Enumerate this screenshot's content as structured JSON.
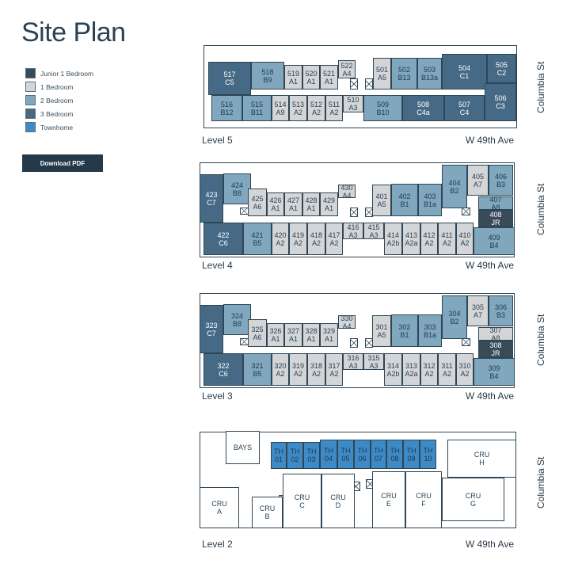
{
  "title": "Site Plan",
  "legend": [
    {
      "label": "Junior 1 Bedroom",
      "color": "#374b59"
    },
    {
      "label": "1 Bedroom",
      "color": "#d4d5d7"
    },
    {
      "label": "2 Bedroom",
      "color": "#80a7bd"
    },
    {
      "label": "3 Bedroom",
      "color": "#466a85"
    },
    {
      "label": "Townhome",
      "color": "#3d8ac6"
    }
  ],
  "download_label": "Download PDF",
  "levels": [
    {
      "label": "Level 5",
      "street": "W 49th Ave",
      "cross_street": "Columbia St",
      "units": [
        {
          "a": "517",
          "b": "C5",
          "c": 3
        },
        {
          "a": "518",
          "b": "B9",
          "c": 2
        },
        {
          "a": "519",
          "b": "A1",
          "c": 1
        },
        {
          "a": "520",
          "b": "A1",
          "c": 1
        },
        {
          "a": "521",
          "b": "A1",
          "c": 1
        },
        {
          "a": "522",
          "b": "A4",
          "c": 1
        },
        {
          "a": "501",
          "b": "A5",
          "c": 1
        },
        {
          "a": "502",
          "b": "B13",
          "c": 2
        },
        {
          "a": "503",
          "b": "B13a",
          "c": 2
        },
        {
          "a": "504",
          "b": "C1",
          "c": 3
        },
        {
          "a": "505",
          "b": "C2",
          "c": 3
        },
        {
          "a": "506",
          "b": "C3",
          "c": 3
        },
        {
          "a": "516",
          "b": "B12",
          "c": 2
        },
        {
          "a": "515",
          "b": "B11",
          "c": 2
        },
        {
          "a": "514",
          "b": "A9",
          "c": 1
        },
        {
          "a": "513",
          "b": "A2",
          "c": 1
        },
        {
          "a": "512",
          "b": "A2",
          "c": 1
        },
        {
          "a": "511",
          "b": "A2",
          "c": 1
        },
        {
          "a": "510",
          "b": "A3",
          "c": 1
        },
        {
          "a": "509",
          "b": "B10",
          "c": 2
        },
        {
          "a": "508",
          "b": "C4a",
          "c": 3
        },
        {
          "a": "507",
          "b": "C4",
          "c": 3
        }
      ]
    },
    {
      "label": "Level 4",
      "street": "W 49th Ave",
      "cross_street": "Columbia St",
      "units": [
        {
          "a": "423",
          "b": "C7",
          "c": 3
        },
        {
          "a": "424",
          "b": "B8",
          "c": 2
        },
        {
          "a": "425",
          "b": "A6",
          "c": 1
        },
        {
          "a": "426",
          "b": "A1",
          "c": 1
        },
        {
          "a": "427",
          "b": "A1",
          "c": 1
        },
        {
          "a": "428",
          "b": "A1",
          "c": 1
        },
        {
          "a": "429",
          "b": "A1",
          "c": 1
        },
        {
          "a": "430",
          "b": "A4",
          "c": 1
        },
        {
          "a": "401",
          "b": "A5",
          "c": 1
        },
        {
          "a": "402",
          "b": "B1",
          "c": 2
        },
        {
          "a": "403",
          "b": "B1a",
          "c": 2
        },
        {
          "a": "404",
          "b": "B2",
          "c": 2
        },
        {
          "a": "405",
          "b": "A7",
          "c": 1
        },
        {
          "a": "406",
          "b": "B3",
          "c": 2
        },
        {
          "a": "407",
          "b": "A8",
          "c": 2
        },
        {
          "a": "408",
          "b": "JR",
          "c": 0
        },
        {
          "a": "409",
          "b": "B4",
          "c": 2
        },
        {
          "a": "422",
          "b": "C6",
          "c": 3
        },
        {
          "a": "421",
          "b": "B5",
          "c": 2
        },
        {
          "a": "420",
          "b": "A2",
          "c": 1
        },
        {
          "a": "419",
          "b": "A2",
          "c": 1
        },
        {
          "a": "418",
          "b": "A2",
          "c": 1
        },
        {
          "a": "417",
          "b": "A2",
          "c": 1
        },
        {
          "a": "416",
          "b": "A3",
          "c": 1
        },
        {
          "a": "415",
          "b": "A3",
          "c": 1
        },
        {
          "a": "414",
          "b": "A2b",
          "c": 1
        },
        {
          "a": "413",
          "b": "A2a",
          "c": 1
        },
        {
          "a": "412",
          "b": "A2",
          "c": 1
        },
        {
          "a": "411",
          "b": "A2",
          "c": 1
        },
        {
          "a": "410",
          "b": "A2",
          "c": 1
        }
      ]
    },
    {
      "label": "Level 3",
      "street": "W 49th Ave",
      "cross_street": "Columbia St",
      "units": [
        {
          "a": "323",
          "b": "C7",
          "c": 3
        },
        {
          "a": "324",
          "b": "B8",
          "c": 2
        },
        {
          "a": "325",
          "b": "A6",
          "c": 1
        },
        {
          "a": "326",
          "b": "A1",
          "c": 1
        },
        {
          "a": "327",
          "b": "A1",
          "c": 1
        },
        {
          "a": "328",
          "b": "A1",
          "c": 1
        },
        {
          "a": "329",
          "b": "A1",
          "c": 1
        },
        {
          "a": "330",
          "b": "A4",
          "c": 1
        },
        {
          "a": "301",
          "b": "A5",
          "c": 1
        },
        {
          "a": "302",
          "b": "B1",
          "c": 2
        },
        {
          "a": "303",
          "b": "B1a",
          "c": 2
        },
        {
          "a": "304",
          "b": "B2",
          "c": 2
        },
        {
          "a": "305",
          "b": "A7",
          "c": 1
        },
        {
          "a": "306",
          "b": "B3",
          "c": 2
        },
        {
          "a": "307",
          "b": "A8",
          "c": 1
        },
        {
          "a": "308",
          "b": "JR",
          "c": 0
        },
        {
          "a": "309",
          "b": "B4",
          "c": 2
        },
        {
          "a": "322",
          "b": "C6",
          "c": 3
        },
        {
          "a": "321",
          "b": "B5",
          "c": 2
        },
        {
          "a": "320",
          "b": "A2",
          "c": 1
        },
        {
          "a": "319",
          "b": "A2",
          "c": 1
        },
        {
          "a": "318",
          "b": "A2",
          "c": 1
        },
        {
          "a": "317",
          "b": "A2",
          "c": 1
        },
        {
          "a": "316",
          "b": "A3",
          "c": 1
        },
        {
          "a": "315",
          "b": "A3",
          "c": 1
        },
        {
          "a": "314",
          "b": "A2b",
          "c": 1
        },
        {
          "a": "313",
          "b": "A2a",
          "c": 1
        },
        {
          "a": "312",
          "b": "A2",
          "c": 1
        },
        {
          "a": "311",
          "b": "A2",
          "c": 1
        },
        {
          "a": "310",
          "b": "A2",
          "c": 1
        }
      ]
    },
    {
      "label": "Level 2",
      "street": "W 49th Ave",
      "cross_street": "Columbia St",
      "units": [
        {
          "a": "TH",
          "b": "01",
          "c": 4
        },
        {
          "a": "TH",
          "b": "02",
          "c": 4
        },
        {
          "a": "TH",
          "b": "03",
          "c": 4
        },
        {
          "a": "TH",
          "b": "04",
          "c": 4
        },
        {
          "a": "TH",
          "b": "05",
          "c": 4
        },
        {
          "a": "TH",
          "b": "06",
          "c": 4
        },
        {
          "a": "TH",
          "b": "07",
          "c": 4
        },
        {
          "a": "TH",
          "b": "08",
          "c": 4
        },
        {
          "a": "TH",
          "b": "09",
          "c": 4
        },
        {
          "a": "TH",
          "b": "10",
          "c": 4
        },
        {
          "a": "BAYS",
          "b": "",
          "c": 5
        },
        {
          "a": "CRU",
          "b": "A",
          "c": 5
        },
        {
          "a": "CRU",
          "b": "B",
          "c": 5
        },
        {
          "a": "CRU",
          "b": "C",
          "c": 5
        },
        {
          "a": "CRU",
          "b": "D",
          "c": 5
        },
        {
          "a": "CRU",
          "b": "E",
          "c": 5
        },
        {
          "a": "CRU",
          "b": "F",
          "c": 5
        },
        {
          "a": "CRU",
          "b": "G",
          "c": 5
        },
        {
          "a": "CRU",
          "b": "H",
          "c": 5
        }
      ]
    }
  ]
}
